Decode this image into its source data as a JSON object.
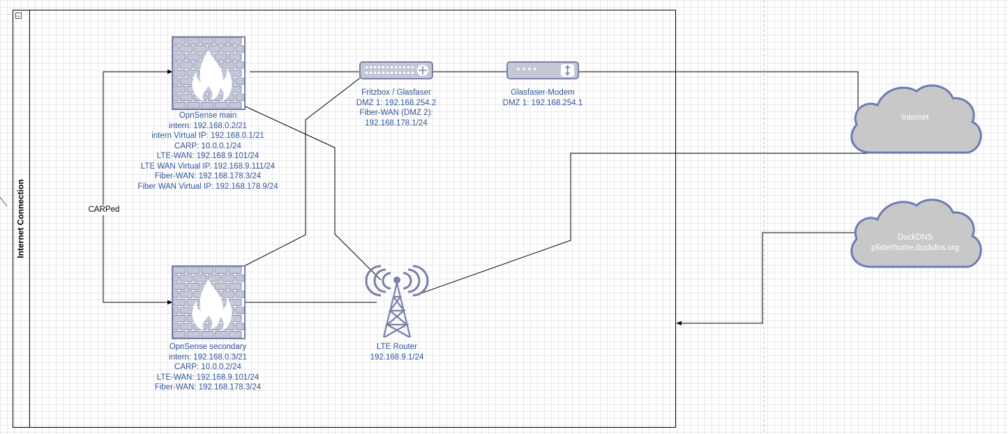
{
  "container": {
    "title": "Internet Connection"
  },
  "edge_label": "CARPed",
  "nodes": {
    "opnsense_main": {
      "icon": "firewall-icon",
      "lines": [
        "OpnSense main",
        "intern: 192.168.0.2/21",
        "intern Virtual IP: 192.168.0.1/21",
        "CARP: 10.0.0.1/24",
        "LTE-WAN: 192.168.9.101/24",
        "LTE WAN Virtual IP. 192.168.9.111/24",
        "Fiber-WAN: 192.168.178.3/24",
        "Fiber WAN Virtual IP: 192.168.178.9/24"
      ]
    },
    "opnsense_secondary": {
      "icon": "firewall-icon",
      "lines": [
        "OpnSense secondary",
        "intern: 192.168.0.3/21",
        "CARP: 10.0.0.2/24",
        "LTE-WAN: 192.168.9.101/24",
        "Fiber-WAN: 192.168.178.3/24"
      ]
    },
    "fritzbox": {
      "icon": "router-icon",
      "lines": [
        "Fritzbox / Glasfaser",
        "DMZ 1: 192.168.254.2",
        "Fiber-WAN (DMZ 2):",
        "192.168.178.1/24"
      ]
    },
    "modem": {
      "icon": "modem-icon",
      "lines": [
        "Glasfaser-Modem",
        "DMZ 1: 192.168.254.1"
      ]
    },
    "lte_router": {
      "icon": "antenna-tower-icon",
      "lines": [
        "LTE Router",
        "192.168.9.1/24"
      ]
    },
    "internet": {
      "icon": "cloud-icon",
      "lines": [
        "Internet"
      ]
    },
    "duckdns": {
      "icon": "cloud-icon",
      "lines": [
        "DuckDNS",
        "pfisterhome.duckdns.org"
      ]
    }
  },
  "colors": {
    "label_blue": "#2f5597",
    "icon_fill": "#c4c7d6",
    "icon_stroke": "#7a7fa6",
    "cloud_fill": "#c8c8c8",
    "cloud_stroke": "#6c7bb4",
    "edge": "#000000"
  }
}
